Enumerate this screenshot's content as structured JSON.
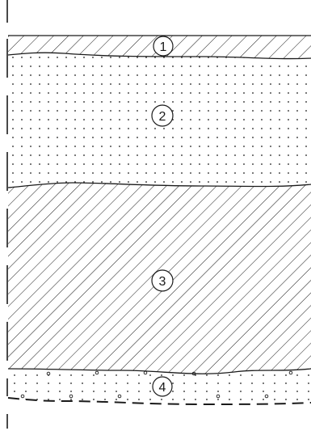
{
  "layers": [
    {
      "number": "1",
      "pattern": "hatch-fine"
    },
    {
      "number": "2",
      "pattern": "dots"
    },
    {
      "number": "3",
      "pattern": "hatch-dense"
    },
    {
      "number": "4",
      "pattern": "dots-circles"
    }
  ],
  "colors": {
    "line": "#1a1a1a",
    "background": "#ffffff"
  }
}
